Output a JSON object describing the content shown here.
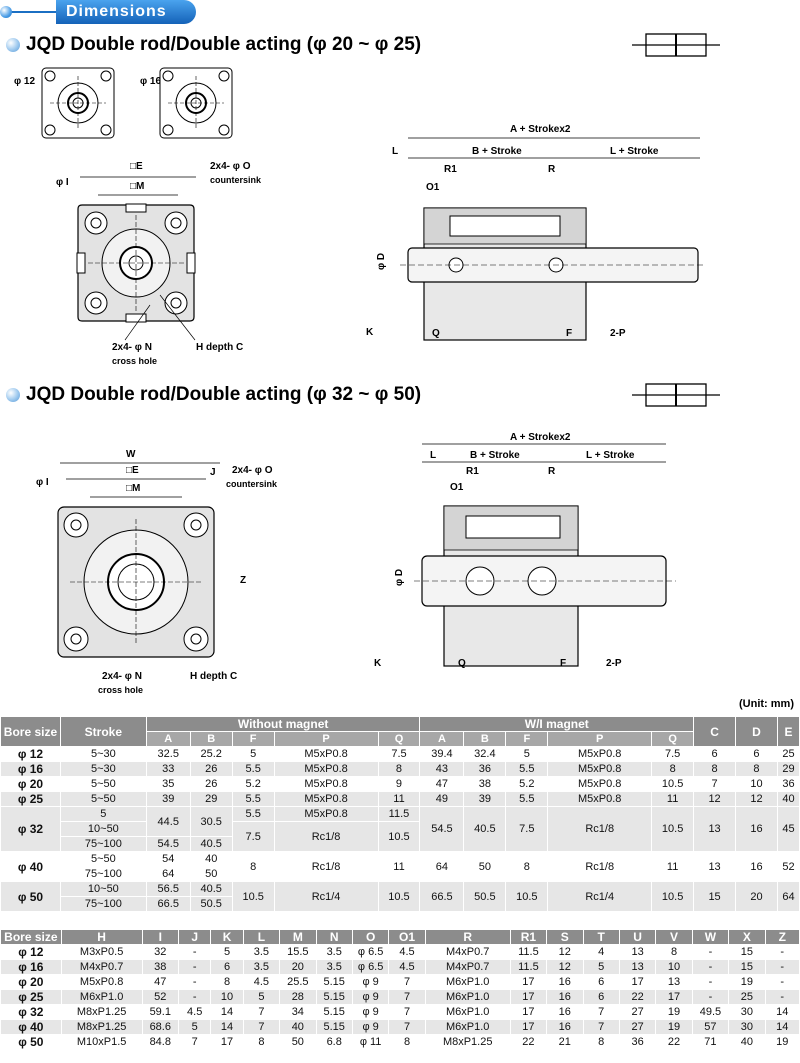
{
  "header": {
    "banner": "Dimensions"
  },
  "section1": {
    "title": "JQD Double rod/Double acting (φ 20 ~ φ 25)",
    "small_views": [
      "φ 12",
      "φ 16"
    ],
    "front_labels": {
      "E": "□E",
      "M": "□M",
      "O": "2x4- φ O",
      "countersink": "countersink",
      "I": "φ I",
      "N": "2x4- φ N",
      "cross": "cross hole",
      "H": "H depth C"
    },
    "side_labels": {
      "A": "A + Strokex2",
      "L": "L",
      "B": "B + Stroke",
      "L2": "L + Stroke",
      "R1": "R1",
      "R": "R",
      "O1": "O1",
      "D": "φ D",
      "K": "K",
      "Q": "Q",
      "F": "F",
      "P": "2-P"
    }
  },
  "section2": {
    "title": "JQD Double rod/Double acting (φ 32 ~ φ 50)",
    "front_labels": {
      "W": "W",
      "E": "□E",
      "J": "J",
      "M": "□M",
      "O": "2x4- φ O",
      "countersink": "countersink",
      "I": "φ I",
      "Z": "Z",
      "N": "2x4- φ N",
      "cross": "cross hole",
      "H": "H depth C"
    },
    "side_labels": {
      "A": "A + Strokex2",
      "L": "L",
      "B": "B + Stroke",
      "L2": "L + Stroke",
      "R1": "R1",
      "R": "R",
      "O1": "O1",
      "D": "φ D",
      "K": "K",
      "Q": "Q",
      "F": "F",
      "P": "2-P"
    }
  },
  "unit": "(Unit: mm)",
  "table1": {
    "headers": {
      "bore": "Bore size",
      "stroke": "Stroke",
      "without": "Without magnet",
      "with": "W/I magnet",
      "C": "C",
      "D": "D",
      "E": "E"
    },
    "sub_headers": [
      "A",
      "B",
      "F",
      "P",
      "Q",
      "A",
      "B",
      "F",
      "P",
      "Q"
    ],
    "rows": [
      [
        "φ 12",
        "5~30",
        "32.5",
        "25.2",
        "5",
        "M5xP0.8",
        "7.5",
        "39.4",
        "32.4",
        "5",
        "M5xP0.8",
        "7.5",
        "6",
        "6",
        "25"
      ],
      [
        "φ 16",
        "5~30",
        "33",
        "26",
        "5.5",
        "M5xP0.8",
        "8",
        "43",
        "36",
        "5.5",
        "M5xP0.8",
        "8",
        "8",
        "8",
        "29"
      ],
      [
        "φ 20",
        "5~50",
        "35",
        "26",
        "5.2",
        "M5xP0.8",
        "9",
        "47",
        "38",
        "5.2",
        "M5xP0.8",
        "10.5",
        "7",
        "10",
        "36"
      ],
      [
        "φ 25",
        "5~50",
        "39",
        "29",
        "5.5",
        "M5xP0.8",
        "11",
        "49",
        "39",
        "5.5",
        "M5xP0.8",
        "11",
        "12",
        "12",
        "40"
      ]
    ],
    "bore32": {
      "bore": "φ 32",
      "strokes": [
        "5",
        "10~50",
        "75~100"
      ],
      "A1": "44.5",
      "A2": "54.5",
      "B1": "30.5",
      "B2": "40.5",
      "F1": "5.5",
      "F2": "7.5",
      "P1": "M5xP0.8",
      "P2": "Rc1/8",
      "Q1": "11.5",
      "Q2": "10.5",
      "mA": "54.5",
      "mB": "40.5",
      "mF": "7.5",
      "mP": "Rc1/8",
      "mQ": "10.5",
      "C": "13",
      "D": "16",
      "E": "45"
    },
    "bore40": {
      "bore": "φ 40",
      "strokes": [
        "5~50",
        "75~100"
      ],
      "A": [
        "54",
        "64"
      ],
      "B": [
        "40",
        "50"
      ],
      "F": "8",
      "P": "Rc1/8",
      "Q": "11",
      "mA": "64",
      "mB": "50",
      "mF": "8",
      "mP": "Rc1/8",
      "mQ": "11",
      "C": "13",
      "D": "16",
      "E": "52"
    },
    "bore50": {
      "bore": "φ 50",
      "strokes": [
        "10~50",
        "75~100"
      ],
      "A": [
        "56.5",
        "66.5"
      ],
      "B": [
        "40.5",
        "50.5"
      ],
      "F": "10.5",
      "P": "Rc1/4",
      "Q": "10.5",
      "mA": "66.5",
      "mB": "50.5",
      "mF": "10.5",
      "mP": "Rc1/4",
      "mQ": "10.5",
      "C": "15",
      "D": "20",
      "E": "64"
    }
  },
  "table2": {
    "headers": [
      "Bore size",
      "H",
      "I",
      "J",
      "K",
      "L",
      "M",
      "N",
      "O",
      "O1",
      "R",
      "R1",
      "S",
      "T",
      "U",
      "V",
      "W",
      "X",
      "Z"
    ],
    "rows": [
      [
        "φ 12",
        "M3xP0.5",
        "32",
        "-",
        "5",
        "3.5",
        "15.5",
        "3.5",
        "φ 6.5",
        "4.5",
        "M4xP0.7",
        "11.5",
        "12",
        "4",
        "13",
        "8",
        "-",
        "15",
        "-"
      ],
      [
        "φ 16",
        "M4xP0.7",
        "38",
        "-",
        "6",
        "3.5",
        "20",
        "3.5",
        "φ 6.5",
        "4.5",
        "M4xP0.7",
        "11.5",
        "12",
        "5",
        "13",
        "10",
        "-",
        "15",
        "-"
      ],
      [
        "φ 20",
        "M5xP0.8",
        "47",
        "-",
        "8",
        "4.5",
        "25.5",
        "5.15",
        "φ 9",
        "7",
        "M6xP1.0",
        "17",
        "16",
        "6",
        "17",
        "13",
        "-",
        "19",
        "-"
      ],
      [
        "φ 25",
        "M6xP1.0",
        "52",
        "-",
        "10",
        "5",
        "28",
        "5.15",
        "φ 9",
        "7",
        "M6xP1.0",
        "17",
        "16",
        "6",
        "22",
        "17",
        "-",
        "25",
        "-"
      ],
      [
        "φ 32",
        "M8xP1.25",
        "59.1",
        "4.5",
        "14",
        "7",
        "34",
        "5.15",
        "φ 9",
        "7",
        "M6xP1.0",
        "17",
        "16",
        "7",
        "27",
        "19",
        "49.5",
        "30",
        "14"
      ],
      [
        "φ 40",
        "M8xP1.25",
        "68.6",
        "5",
        "14",
        "7",
        "40",
        "5.15",
        "φ 9",
        "7",
        "M6xP1.0",
        "17",
        "16",
        "7",
        "27",
        "19",
        "57",
        "30",
        "14"
      ],
      [
        "φ 50",
        "M10xP1.5",
        "84.8",
        "7",
        "17",
        "8",
        "50",
        "6.8",
        "φ 11",
        "8",
        "M8xP1.25",
        "22",
        "21",
        "8",
        "36",
        "22",
        "71",
        "40",
        "19"
      ]
    ]
  }
}
